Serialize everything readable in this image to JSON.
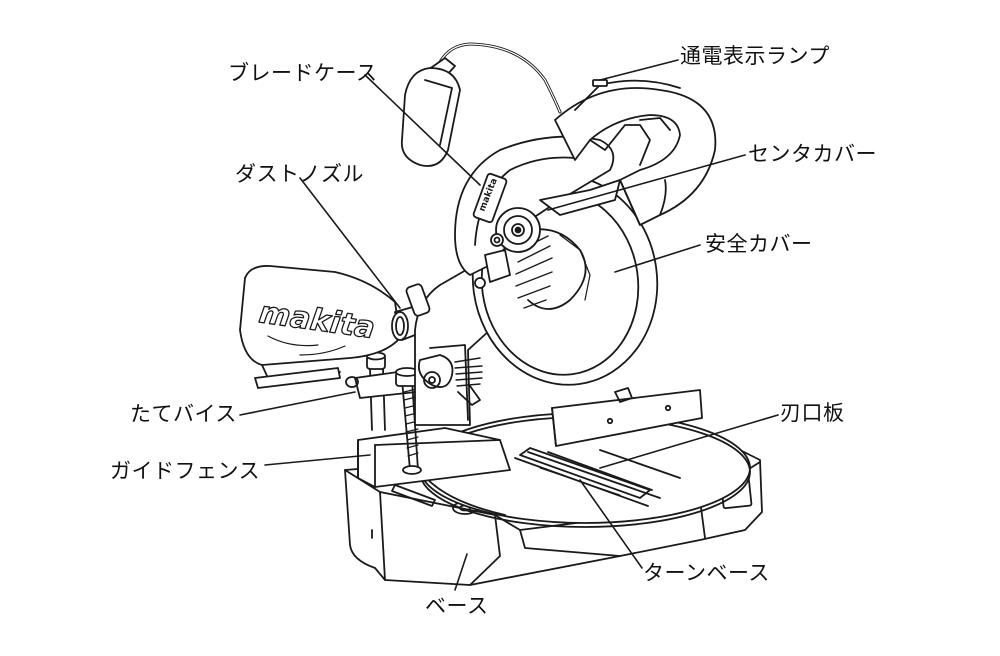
{
  "labels": {
    "power_lamp": "通電表示ランプ",
    "blade_case": "ブレードケース",
    "center_cover": "センタカバー",
    "dust_nozzle": "ダストノズル",
    "safety_cover": "安全カバー",
    "vertical_vise": "たてバイス",
    "kerf_board": "刃口板",
    "guide_fence": "ガイドフェンス",
    "turn_base": "ターンベース",
    "base": "ベース"
  },
  "brand": {
    "bag_text": "makita",
    "case_text": "makita"
  },
  "colors": {
    "line": "#1a1a1a",
    "background": "#ffffff"
  }
}
